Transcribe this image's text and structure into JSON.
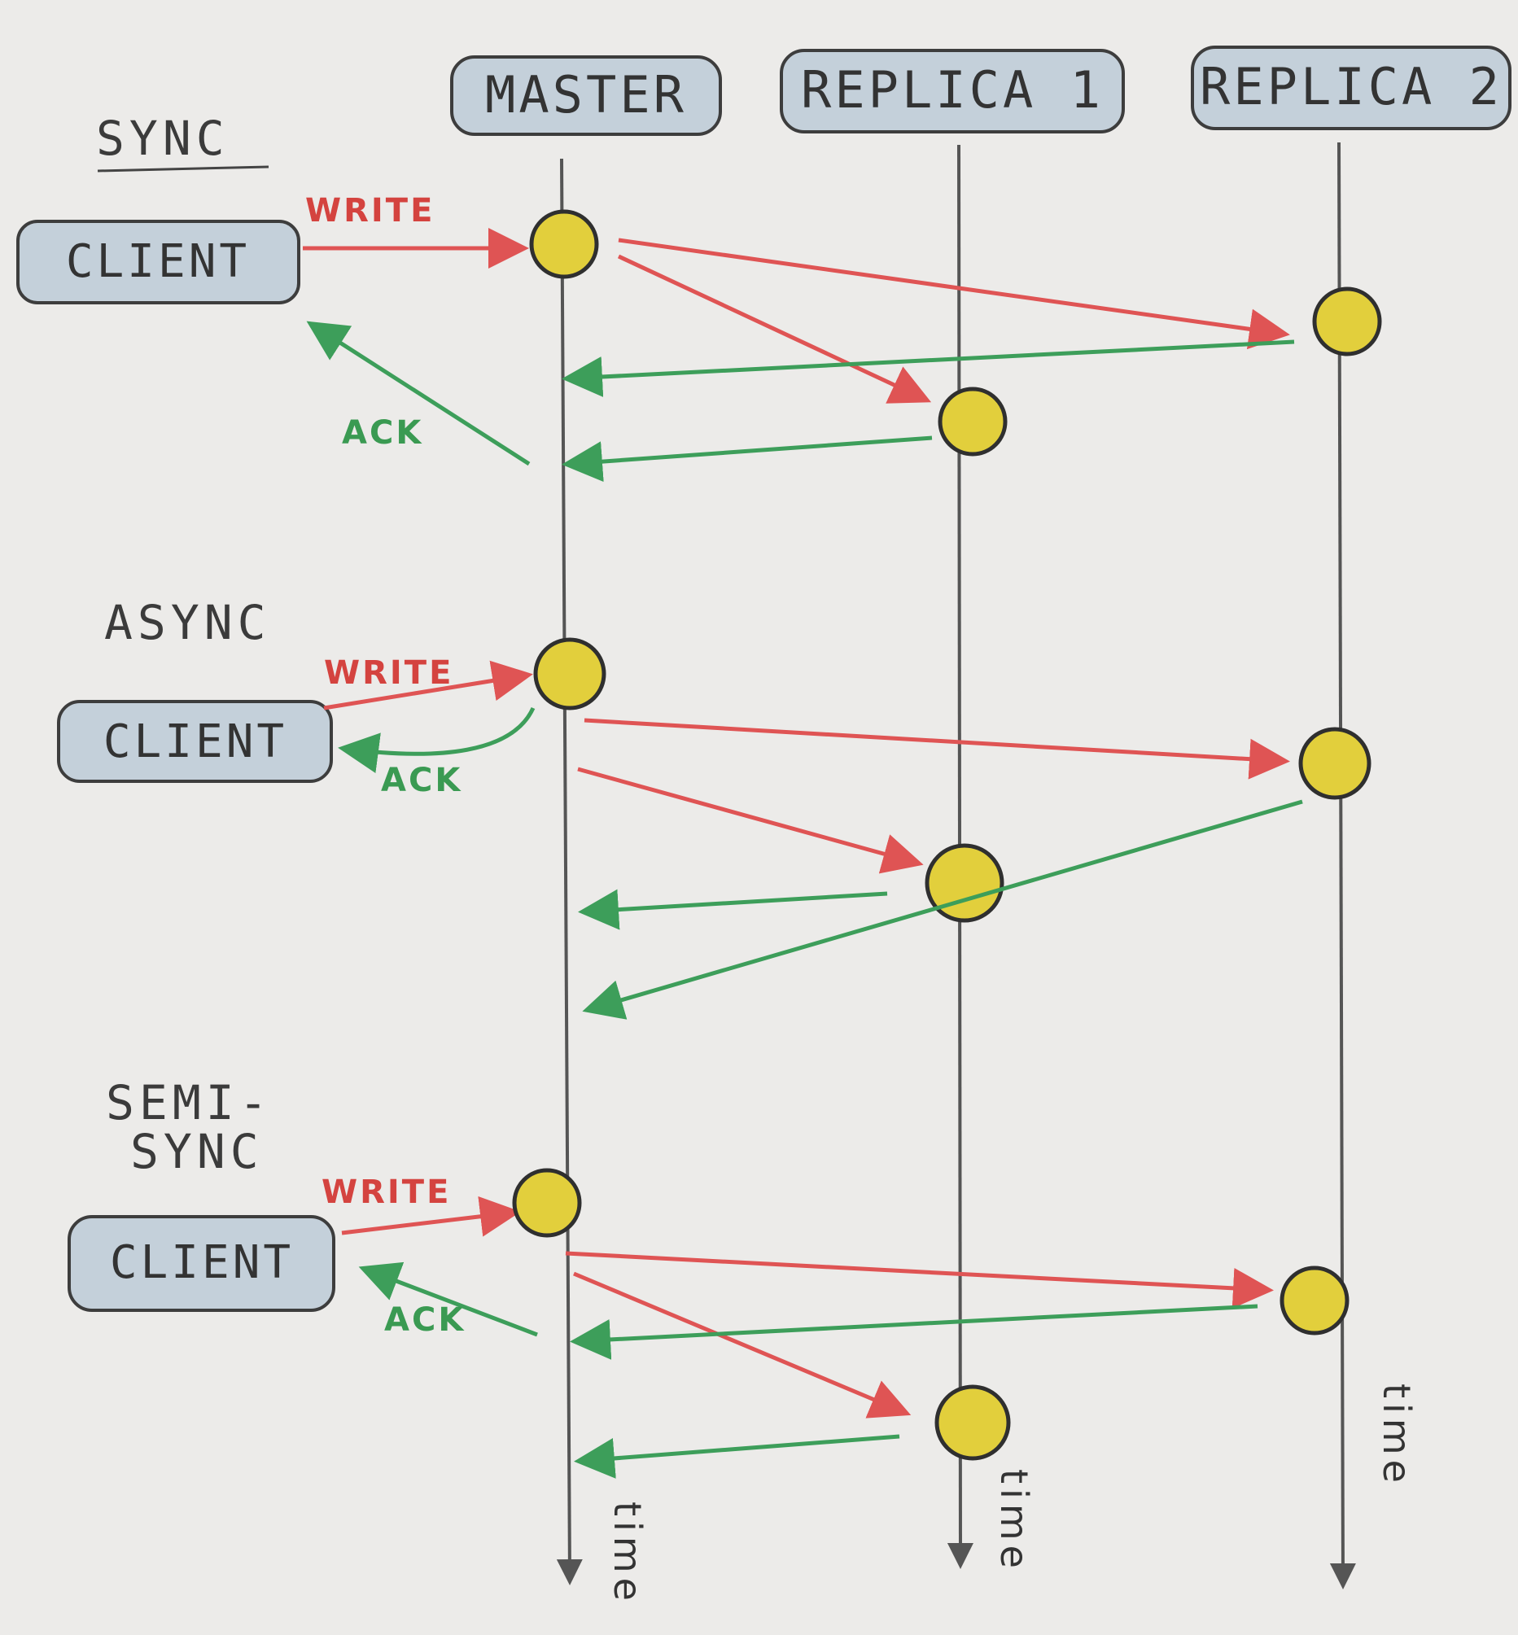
{
  "nodes": {
    "master": "MASTER",
    "replica1": "REPLICA 1",
    "replica2": "REPLICA 2"
  },
  "sections": {
    "sync": "SYNC",
    "async": "ASYNC",
    "semisync_line1": "SEMI-",
    "semisync_line2": "SYNC"
  },
  "client_label": "CLIENT",
  "labels": {
    "write": "WRITE",
    "ack": "ACK",
    "time": "time"
  },
  "colors": {
    "write": "#df5454",
    "ack": "#3d9e5a",
    "event": "#e2cf3c",
    "node_fill": "#c4d0da"
  }
}
